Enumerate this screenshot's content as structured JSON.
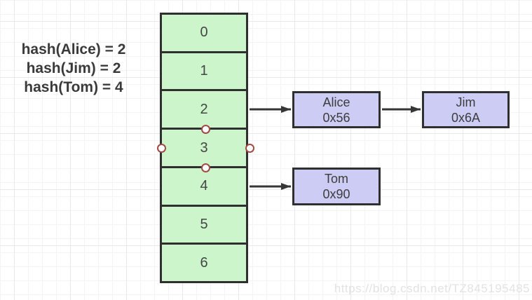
{
  "annotation": {
    "lines": [
      "hash(Alice) = 2",
      "hash(Jim) = 2",
      "hash(Tom) = 4"
    ]
  },
  "hash_table": {
    "cells": [
      "0",
      "1",
      "2",
      "3",
      "4",
      "5",
      "6"
    ],
    "selected_cell": "3"
  },
  "nodes": {
    "alice": {
      "name": "Alice",
      "address": "0x56"
    },
    "jim": {
      "name": "Jim",
      "address": "0x6A"
    },
    "tom": {
      "name": "Tom",
      "address": "0x90"
    }
  },
  "watermark": "https://blog.csdn.net/TZ845195485",
  "colors": {
    "cell_fill": "#ccf5cc",
    "node_fill": "#ccccf5",
    "shape_border": "#2f2f2f",
    "text_color": "#3c3c3c",
    "handle_stroke": "#a14a45",
    "watermark_color": "#e3e3e3",
    "arrow_color": "#363636"
  }
}
